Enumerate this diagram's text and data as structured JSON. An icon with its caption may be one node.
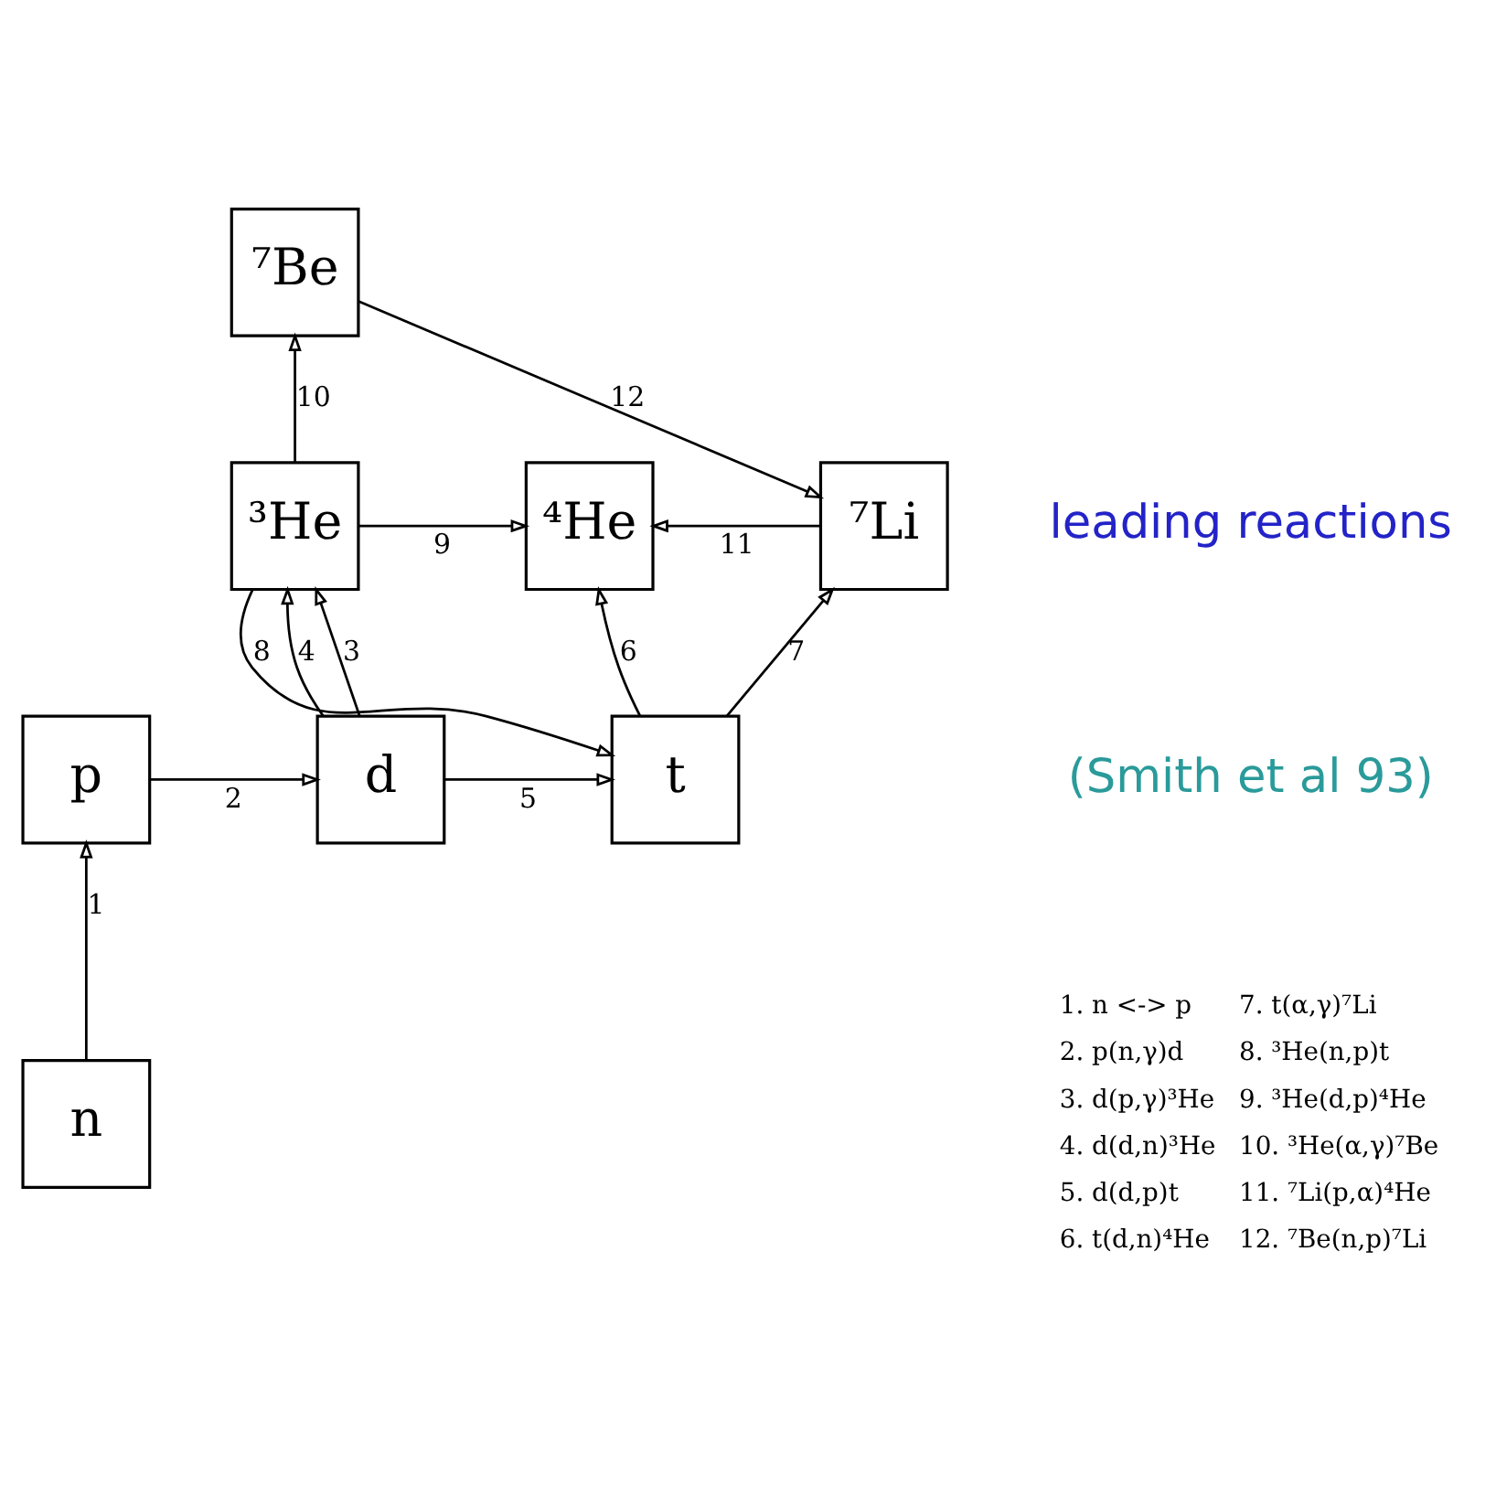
{
  "diagram": {
    "nodes": [
      {
        "text": [
          "⁷Be"
        ]
      },
      {
        "text": [
          "⁷Li"
        ]
      },
      {
        "text": [
          "³He"
        ]
      },
      {
        "text": [
          "⁴He"
        ]
      },
      {
        "text": [
          "p"
        ]
      },
      {
        "text": [
          "d"
        ]
      },
      {
        "text": [
          "t"
        ]
      },
      {
        "text": [
          "n"
        ]
      }
    ],
    "edges": [
      {
        "from": 7,
        "to": 4,
        "arrow": "to",
        "label": "1"
      },
      {
        "from": 4,
        "to": 5,
        "arrow": "to",
        "label": "2"
      },
      {
        "from": 5,
        "to": 2,
        "arrow": "to",
        "label": "3"
      },
      {
        "from": 5,
        "to": 2,
        "arrow": "to",
        "label": "4"
      },
      {
        "from": 5,
        "to": 6,
        "arrow": "to",
        "label": "5"
      },
      {
        "from": 6,
        "to": 3,
        "arrow": "to",
        "label": "6"
      },
      {
        "from": 6,
        "to": 1,
        "arrow": "to",
        "label": "7"
      },
      {
        "from": 2,
        "to": 6,
        "arrow": "to",
        "label": "8"
      },
      {
        "from": 2,
        "to": 3,
        "arrow": "to",
        "label": "9"
      },
      {
        "from": 2,
        "to": 0,
        "arrow": "to",
        "label": "10"
      },
      {
        "from": 1,
        "to": 3,
        "arrow": "to",
        "label": "11"
      },
      {
        "from": 0,
        "to": 1,
        "arrow": "to",
        "label": "12"
      }
    ],
    "labels": [
      "leading reactions",
      "(Smith et al 93)",
      "1. n <-> p",
      "7. t(α,γ)⁷Li",
      "2. p(n,γ)d",
      "8. ³He(n,p)t",
      "3. d(p,γ)³He",
      "9. ³He(d,p)⁴He",
      "4. d(d,n)³He",
      "10. ³He(α,γ)⁷Be",
      "5. d(d,p)t",
      "11. ⁷Li(p,α)⁴He",
      "6. t(d,n)⁴He",
      "12. ⁷Be(n,p)⁷Li"
    ]
  }
}
